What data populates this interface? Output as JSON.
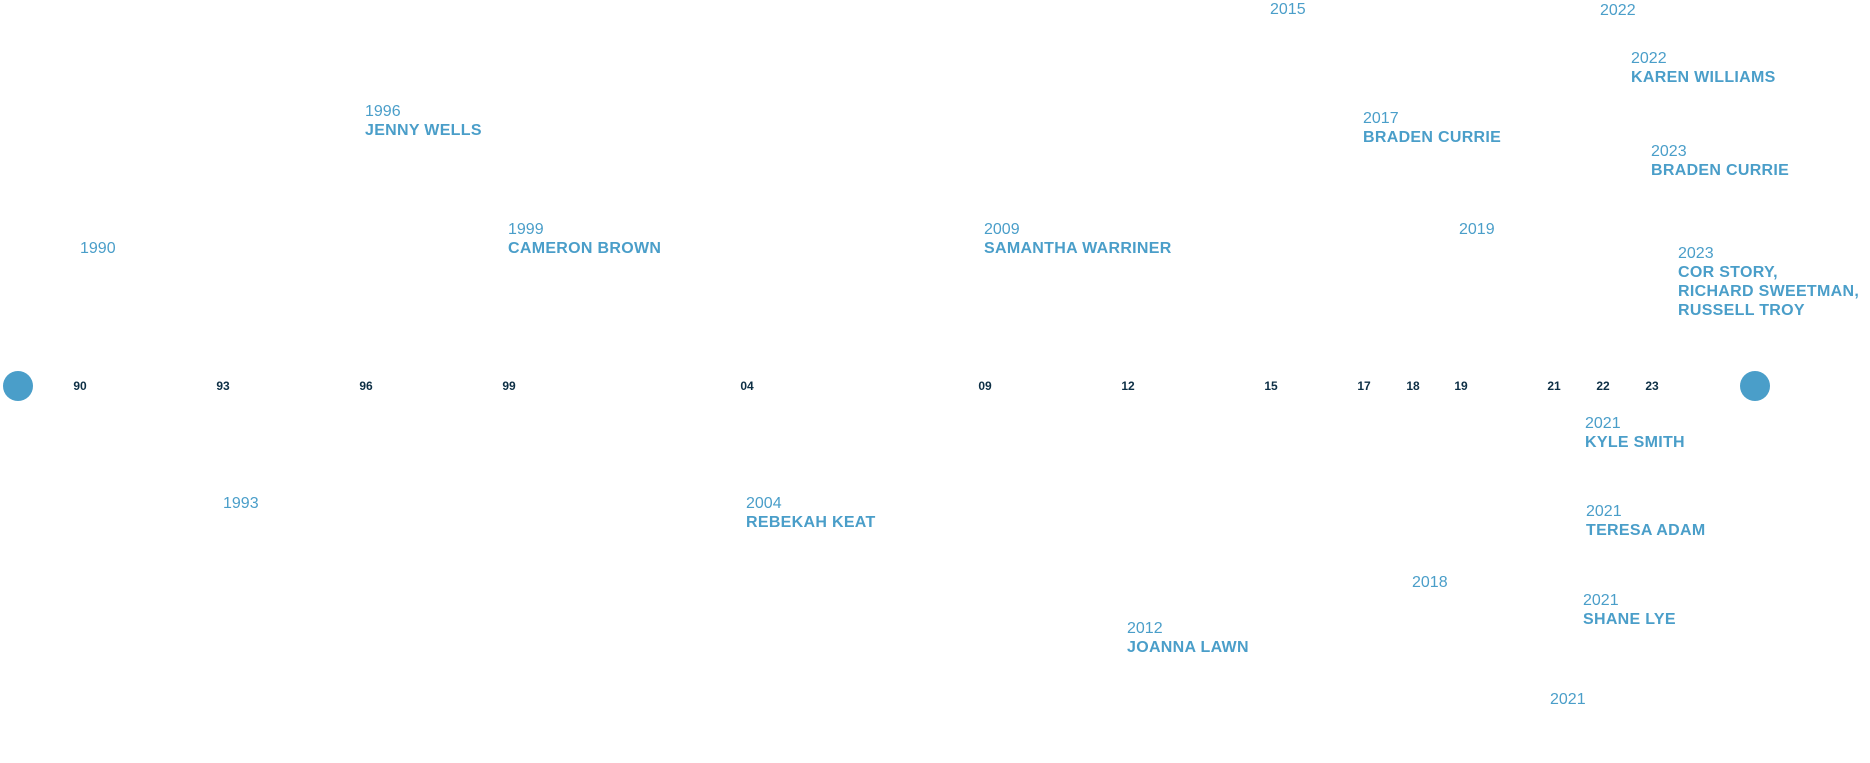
{
  "colors": {
    "accent": "#4a9ec9",
    "tick": "#0d2f45"
  },
  "axis": {
    "ticks": [
      "90",
      "93",
      "96",
      "99",
      "04",
      "09",
      "12",
      "15",
      "17",
      "18",
      "19",
      "21",
      "22",
      "23"
    ]
  },
  "events": [
    {
      "year": "2015",
      "names": []
    },
    {
      "year": "2022",
      "names": []
    },
    {
      "year": "2022",
      "names": [
        "KAREN WILLIAMS"
      ]
    },
    {
      "year": "1996",
      "names": [
        "JENNY WELLS"
      ]
    },
    {
      "year": "2017",
      "names": [
        "BRADEN CURRIE"
      ]
    },
    {
      "year": "2023",
      "names": [
        "BRADEN CURRIE"
      ]
    },
    {
      "year": "1999",
      "names": [
        "CAMERON BROWN"
      ]
    },
    {
      "year": "2009",
      "names": [
        "SAMANTHA WARRINER"
      ]
    },
    {
      "year": "2019",
      "names": []
    },
    {
      "year": "1990",
      "names": []
    },
    {
      "year": "2023",
      "names": [
        "COR STORY,",
        "RICHARD SWEETMAN,",
        "RUSSELL TROY"
      ]
    },
    {
      "year": "2021",
      "names": [
        "KYLE SMITH"
      ]
    },
    {
      "year": "1993",
      "names": []
    },
    {
      "year": "2004",
      "names": [
        "REBEKAH KEAT"
      ]
    },
    {
      "year": "2021",
      "names": [
        "TERESA ADAM"
      ]
    },
    {
      "year": "2018",
      "names": []
    },
    {
      "year": "2021",
      "names": [
        "SHANE LYE"
      ]
    },
    {
      "year": "2012",
      "names": [
        "JOANNA LAWN"
      ]
    },
    {
      "year": "2021",
      "names": []
    }
  ]
}
